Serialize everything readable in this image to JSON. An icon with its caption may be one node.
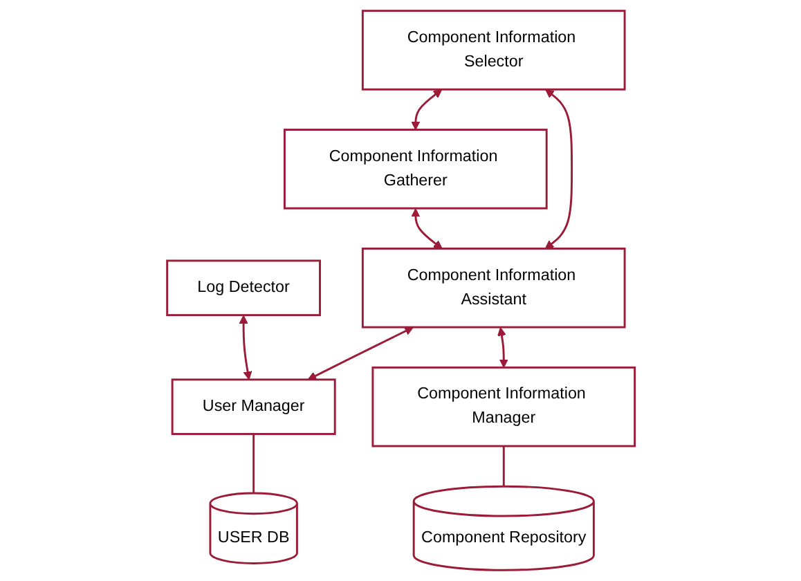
{
  "diagram": {
    "nodes": [
      {
        "text": [
          "Component Information Gatherer"
        ]
      },
      {
        "text": [
          "Component Information Selector"
        ]
      },
      {
        "text": [
          "Log Detector"
        ]
      },
      {
        "text": [
          "Component Information Assistant"
        ]
      },
      {
        "text": [
          "User Manager"
        ]
      },
      {
        "text": [
          "USER DB"
        ]
      },
      {
        "text": [
          "Component Information Manager"
        ]
      },
      {
        "text": [
          "Component Repository"
        ]
      }
    ],
    "edges": [
      {
        "from": 1,
        "to": 0,
        "arrow": "both"
      },
      {
        "from": 0,
        "to": 3,
        "arrow": "both"
      },
      {
        "from": 1,
        "to": 3,
        "arrow": "both"
      },
      {
        "from": 2,
        "to": 4,
        "arrow": "both"
      },
      {
        "from": 3,
        "to": 4,
        "arrow": "both"
      },
      {
        "from": 4,
        "to": 5,
        "arrow": "none"
      },
      {
        "from": 3,
        "to": 6,
        "arrow": "both"
      },
      {
        "from": 6,
        "to": 7,
        "arrow": "none"
      }
    ]
  }
}
